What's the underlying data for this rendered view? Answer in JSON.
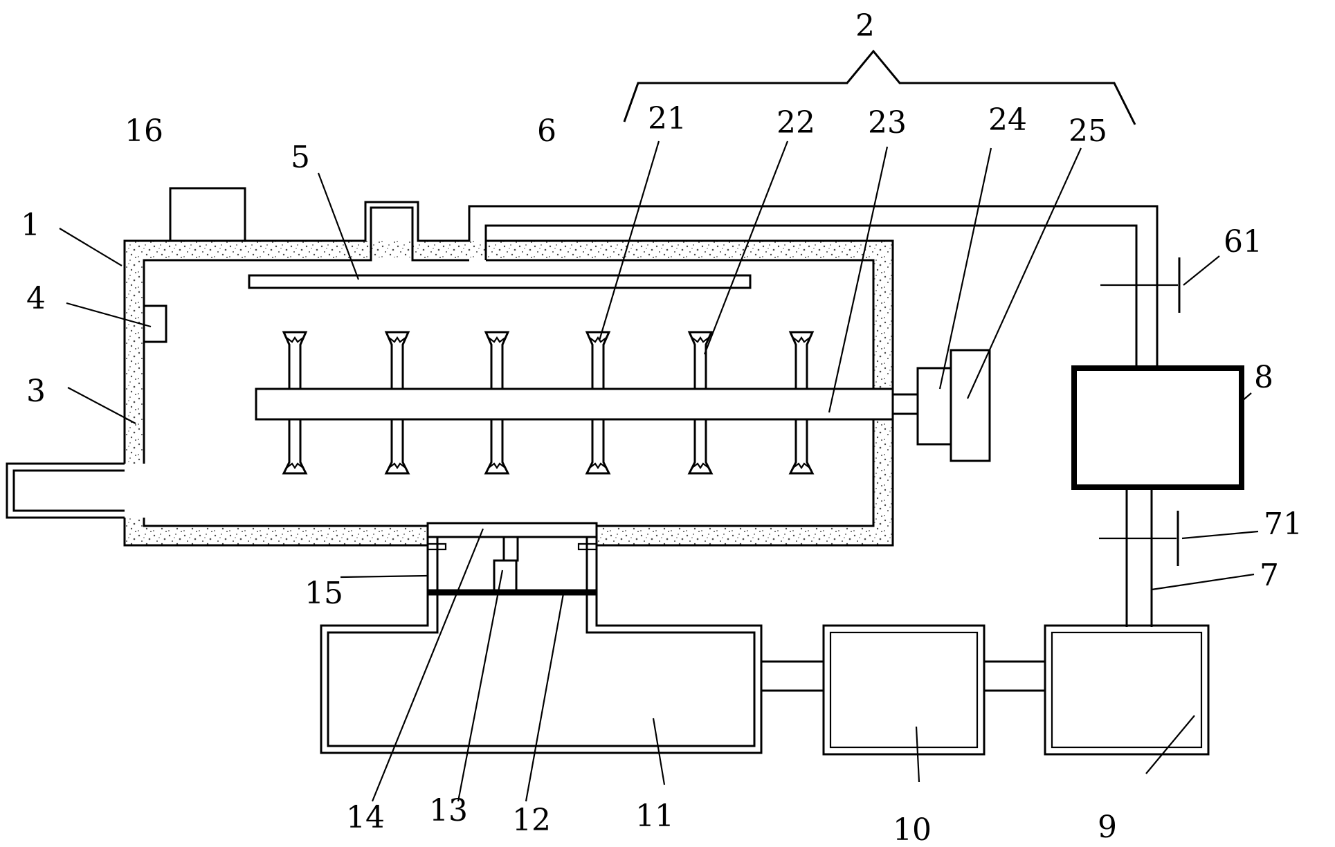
{
  "labels": {
    "l1": "1",
    "l2": "2",
    "l3": "3",
    "l4": "4",
    "l5": "5",
    "l6": "6",
    "l7": "7",
    "l8": "8",
    "l9": "9",
    "l10": "10",
    "l11": "11",
    "l12": "12",
    "l13": "13",
    "l14": "14",
    "l15": "15",
    "l16": "16",
    "l21": "21",
    "l22": "22",
    "l23": "23",
    "l24": "24",
    "l25": "25",
    "l61": "61",
    "l71": "71"
  }
}
